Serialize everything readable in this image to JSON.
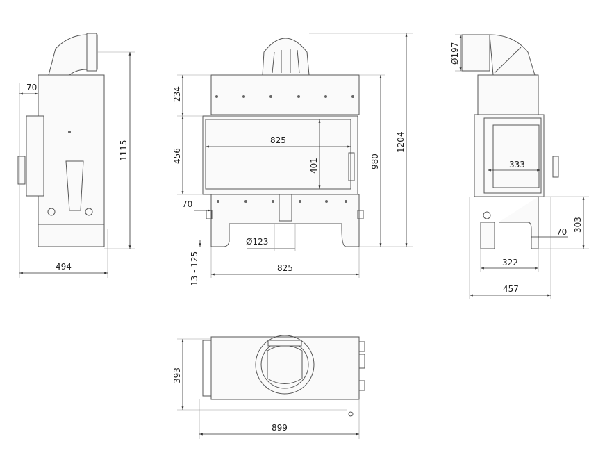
{
  "left_view": {
    "dim_offset": "70",
    "dim_depth": "494",
    "dim_height": "1115"
  },
  "front_view": {
    "dim_top_section": "234",
    "dim_door_height": "456",
    "dim_glass_width": "825",
    "dim_glass_height": "401",
    "dim_body_height": "980",
    "dim_total_height": "1204",
    "dim_side_offset": "70",
    "dim_air_inlet": "Ø123",
    "dim_feet_adjust": "13 - 125",
    "dim_width": "825"
  },
  "right_view": {
    "dim_flue": "Ø197",
    "dim_glass_width": "333",
    "dim_inlet_height": "303",
    "dim_inlet_offset": "70",
    "dim_base_width": "322",
    "dim_depth": "457"
  },
  "top_view": {
    "dim_depth": "393",
    "dim_width": "899"
  }
}
